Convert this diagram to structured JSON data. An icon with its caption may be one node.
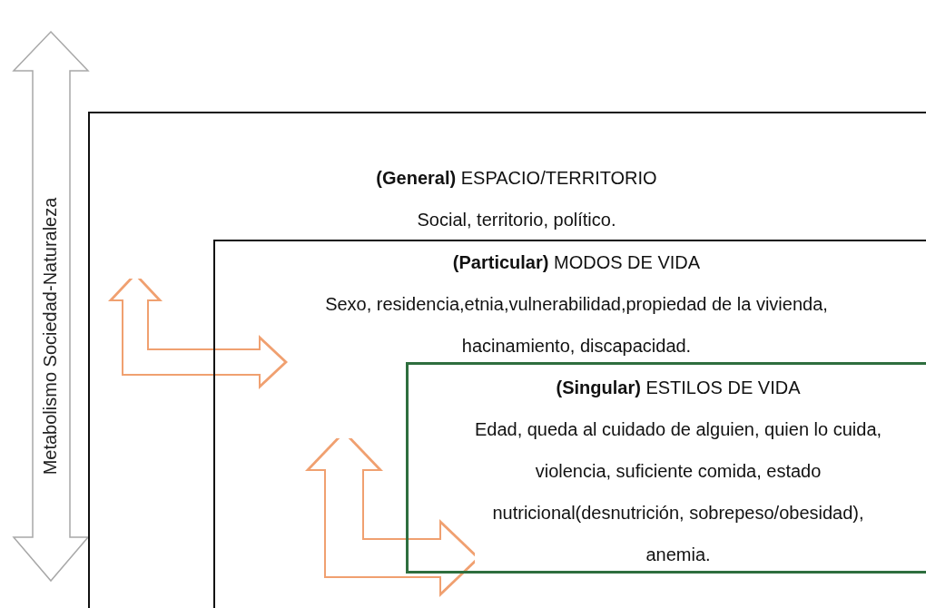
{
  "diagram": {
    "nodes": [
      {
        "text": [
          "**(General)** ESPACIO/TERRITORIO",
          "Social, territorio, político."
        ]
      },
      {
        "text": [
          "**(Particular)** MODOS DE VIDA",
          "Sexo, residencia,etnia,vulnerabilidad,propiedad de la vivienda, hacinamiento, discapacidad."
        ],
        "in": 0
      },
      {
        "text": [
          "**(Singular)** ESTILOS DE VIDA",
          "Edad, queda al cuidado de alguien, quien lo cuida, violencia, suficiente comida, estado nutricional(desnutrición, sobrepeso/obesidad), anemia."
        ],
        "in": 1
      }
    ],
    "edges": [
      {
        "from": 0,
        "to": 1,
        "arrow": "both"
      },
      {
        "from": 1,
        "to": 2,
        "arrow": "both"
      }
    ],
    "labels": [
      "Metabolismo Sociedad-Naturaleza"
    ]
  }
}
